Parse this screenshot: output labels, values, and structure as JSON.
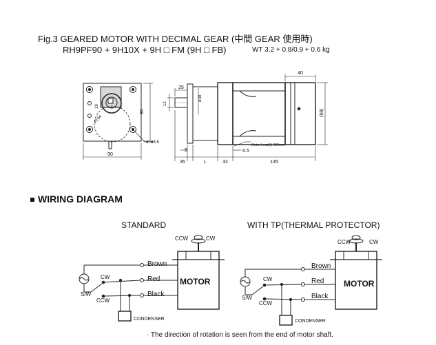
{
  "figure": {
    "title": "Fig.3 GEARED MOTOR WITH DECIMAL GEAR (中間 GEAR 使用時)",
    "model": "RH9PF90 + 9H10X + 9H □ FM (9H □ FB)",
    "weight": "WT 3.2 + 0.8/0.9 + 0.6 kg"
  },
  "dims": {
    "front_width": "90",
    "front_height": "90",
    "pcd": "ø104",
    "hole": "4−ø6.5",
    "d18": "18",
    "shaft_len": "25",
    "shaft_dia": "ø38",
    "shaft_d2": "12",
    "d40": "40",
    "d98": "(98)",
    "d5": "5",
    "d6_5": "6.5",
    "d35": "35",
    "dL": "L",
    "d32": "32",
    "d135": "135",
    "lead": "Motor Lead(ℓ) 300mm"
  },
  "wiring": {
    "heading": "WIRING DIAGRAM",
    "standard_title": "STANDARD",
    "tp_title": "WITH TP(THERMAL PROTECTOR)",
    "motor": "MOTOR",
    "brown": "Brown",
    "red": "Red",
    "black": "Black",
    "cw": "CW",
    "ccw": "CCW",
    "sw": "S/W",
    "condenser": "CONDENSER"
  },
  "note": "· The direction of rotation is seen from the end of motor shaft."
}
